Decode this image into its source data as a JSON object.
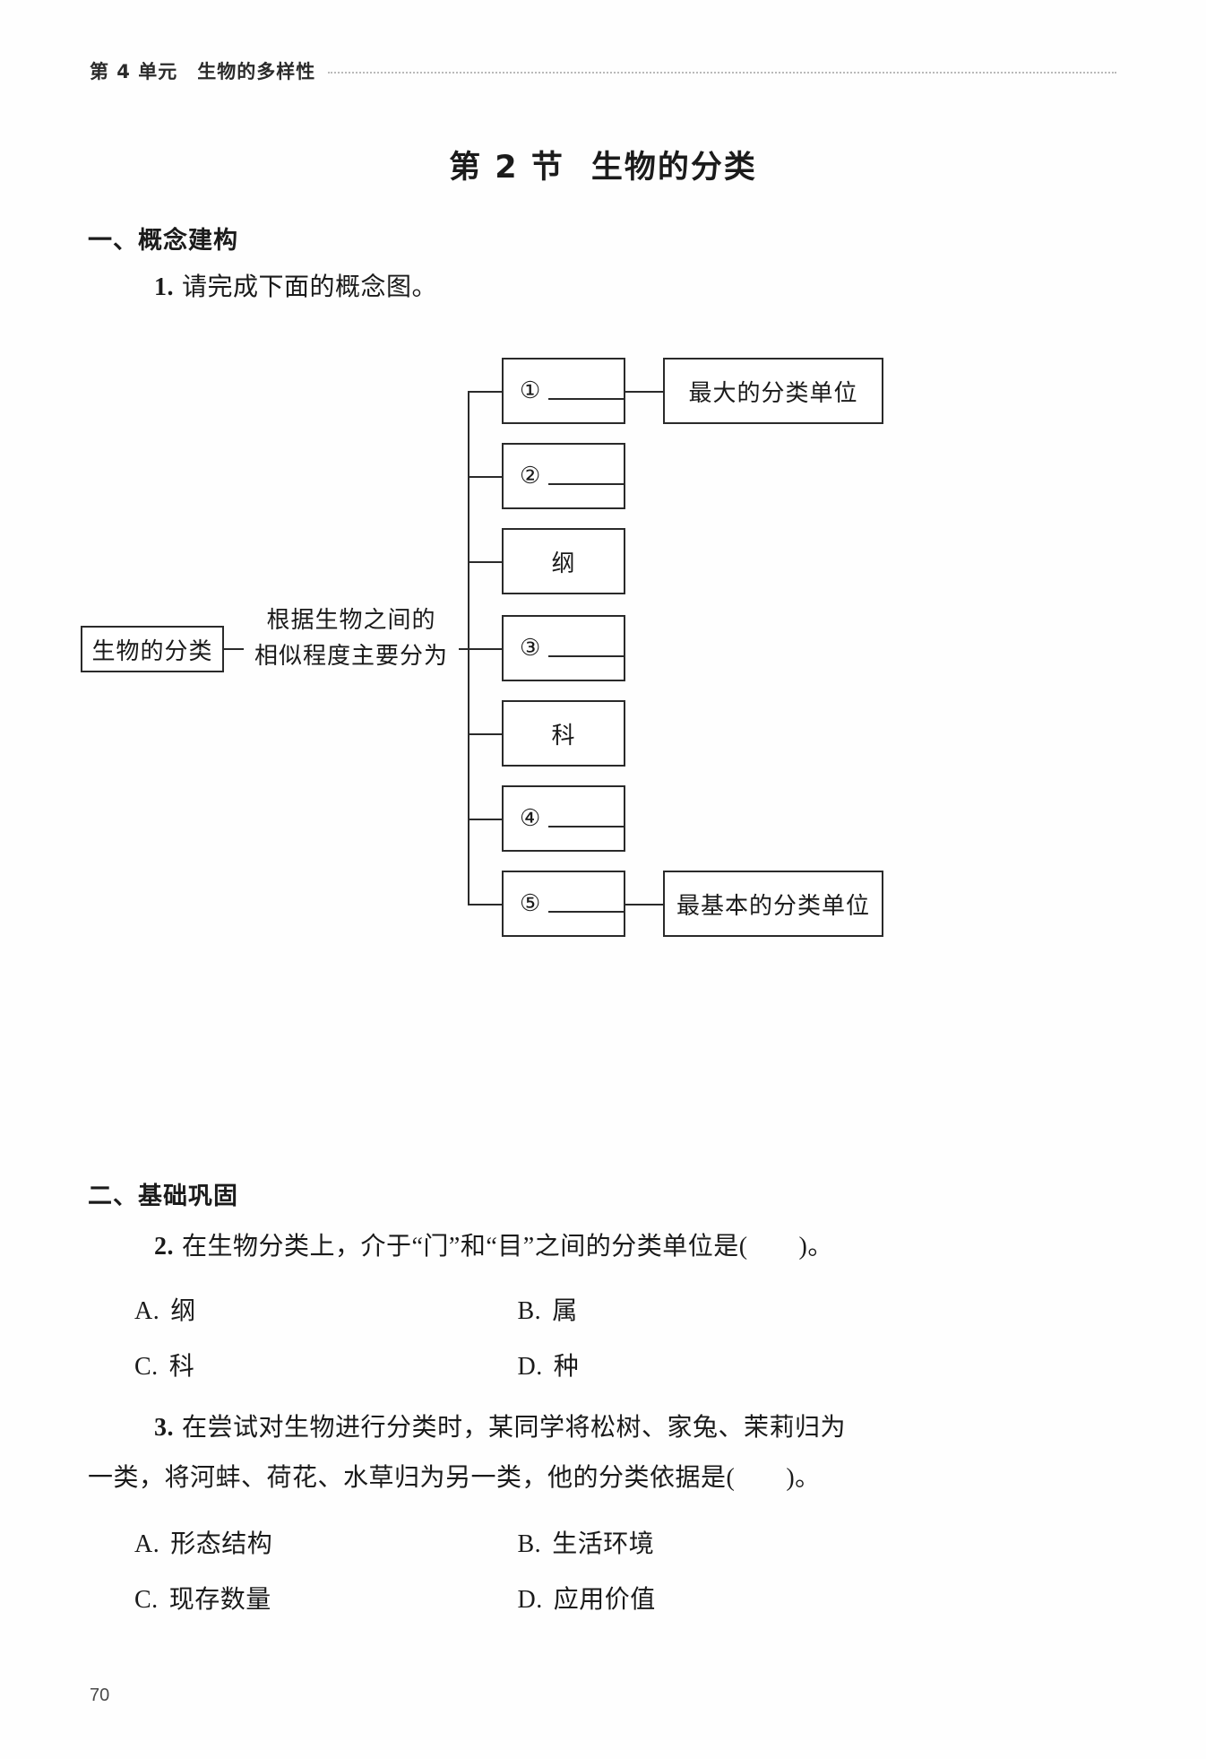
{
  "running_head": "第 4 单元　生物的多样性",
  "page_number": "70",
  "title": {
    "prefix": "第 2 节",
    "name": "生物的分类"
  },
  "parts": [
    {
      "id": "part1",
      "label": "一、概念建构"
    },
    {
      "id": "part2",
      "label": "二、基础巩固"
    }
  ],
  "questions": [
    {
      "number": "1.",
      "text": "请完成下面的概念图。"
    },
    {
      "number": "2.",
      "text": "在生物分类上，介于“门”和“目”之间的分类单位是(　　)。",
      "options": [
        {
          "letter": "A.",
          "text": "纲"
        },
        {
          "letter": "B.",
          "text": "属"
        },
        {
          "letter": "C.",
          "text": "科"
        },
        {
          "letter": "D.",
          "text": "种"
        }
      ]
    },
    {
      "number": "3.",
      "text_line1": "在尝试对生物进行分类时，某同学将松树、家兔、茉莉归为",
      "text_line2": "一类，将河蚌、荷花、水草归为另一类，他的分类依据是(　　)。",
      "options": [
        {
          "letter": "A.",
          "text": "形态结构"
        },
        {
          "letter": "B.",
          "text": "生活环境"
        },
        {
          "letter": "C.",
          "text": "现存数量"
        },
        {
          "letter": "D.",
          "text": "应用价值"
        }
      ]
    }
  ],
  "concept_diagram": {
    "root_label": "生物的分类",
    "relation_line1": "根据生物之间的",
    "relation_line2": "相似程度主要分为",
    "levels": [
      {
        "marker": "①",
        "filled": false,
        "text": ""
      },
      {
        "marker": "②",
        "filled": false,
        "text": ""
      },
      {
        "marker": "",
        "filled": true,
        "text": "纲"
      },
      {
        "marker": "③",
        "filled": false,
        "text": ""
      },
      {
        "marker": "",
        "filled": true,
        "text": "科"
      },
      {
        "marker": "④",
        "filled": false,
        "text": ""
      },
      {
        "marker": "⑤",
        "filled": false,
        "text": ""
      }
    ],
    "side_notes": [
      {
        "attached_to": 0,
        "text": "最大的分类单位"
      },
      {
        "attached_to": 6,
        "text": "最基本的分类单位"
      }
    ]
  }
}
